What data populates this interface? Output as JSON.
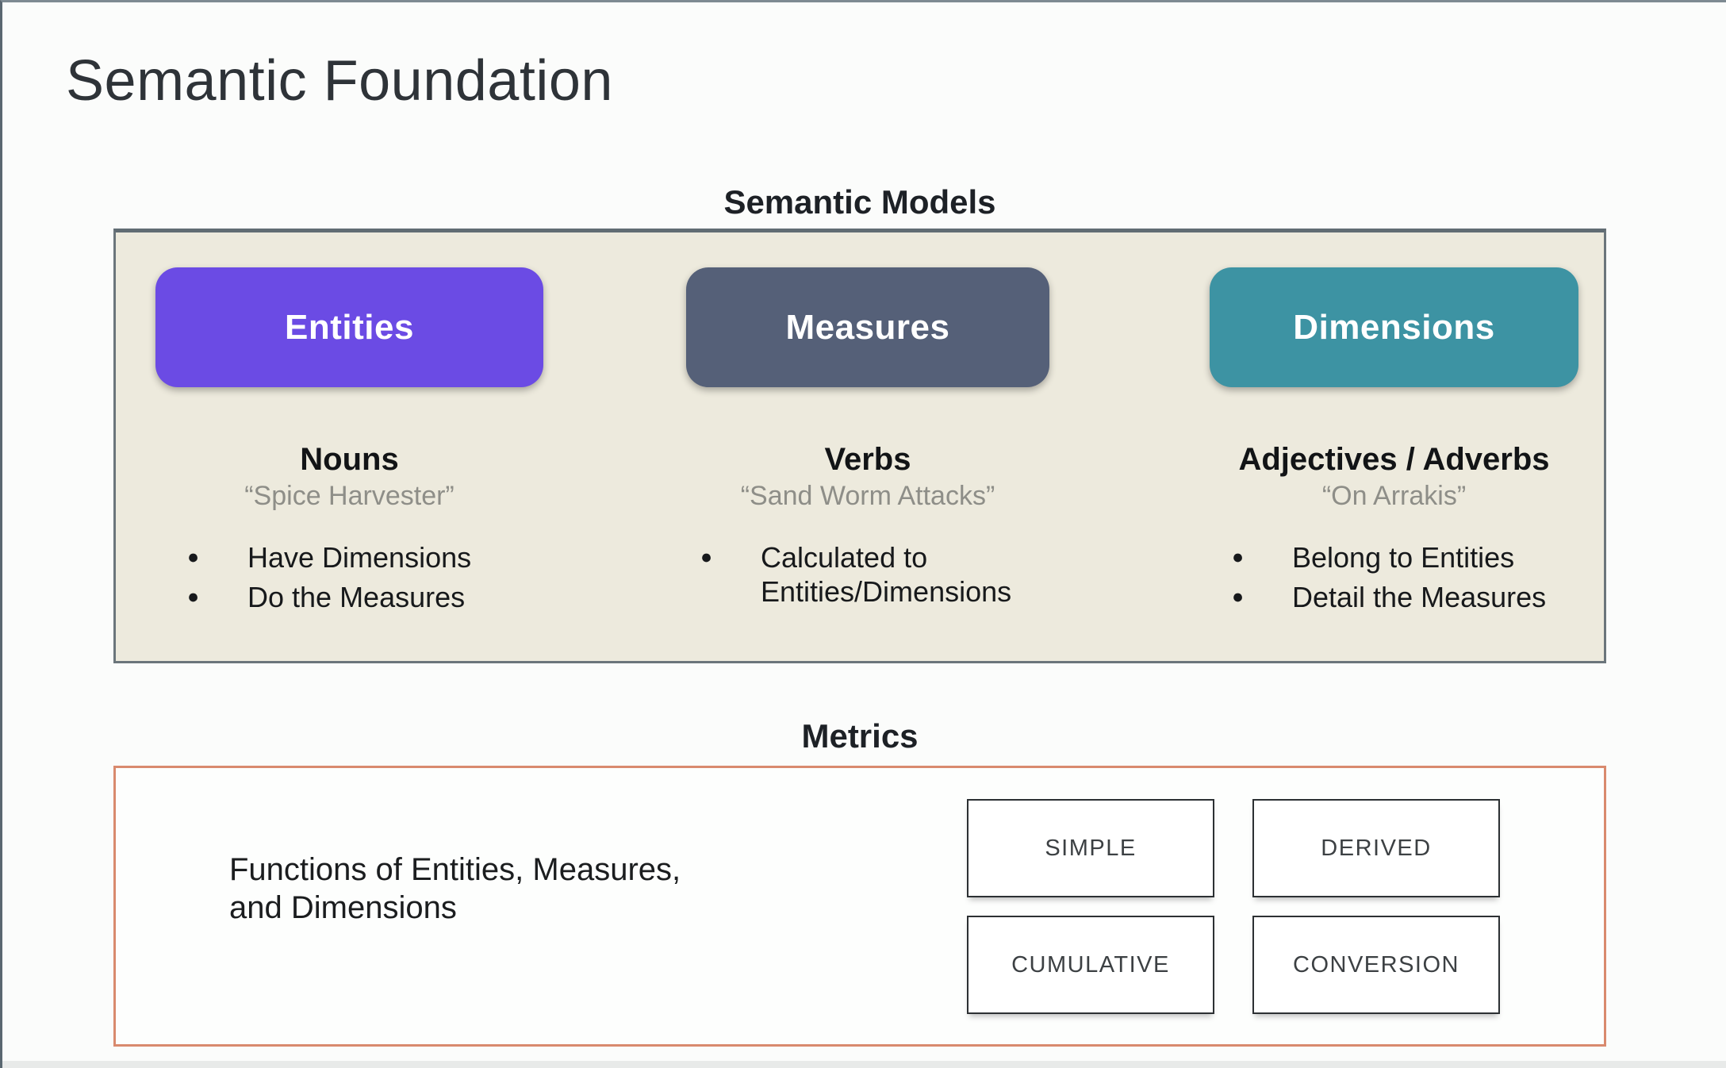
{
  "slide": {
    "title": "Semantic Foundation"
  },
  "semantic_models": {
    "heading": "Semantic Models",
    "panel_bg": "#edeadd",
    "columns": [
      {
        "box_label": "Entities",
        "box_color": "#6b4be4",
        "heading": "Nouns",
        "quote": "“Spice Harvester”",
        "bullets": [
          "Have Dimensions",
          "Do the Measures"
        ]
      },
      {
        "box_label": "Measures",
        "box_color": "#556078",
        "heading": "Verbs",
        "quote": "“Sand Worm Attacks”",
        "bullets": [
          "Calculated to Entities/Dimensions"
        ]
      },
      {
        "box_label": "Dimensions",
        "box_color": "#3d93a3",
        "heading": "Adjectives / Adverbs",
        "quote": "“On Arrakis”",
        "bullets": [
          "Belong to Entities",
          "Detail the Measures"
        ]
      }
    ]
  },
  "metrics": {
    "heading": "Metrics",
    "border_color": "#d98a6e",
    "description": "Functions of Entities, Measures,\nand Dimensions",
    "types": [
      "SIMPLE",
      "DERIVED",
      "CUMULATIVE",
      "CONVERSION"
    ]
  }
}
